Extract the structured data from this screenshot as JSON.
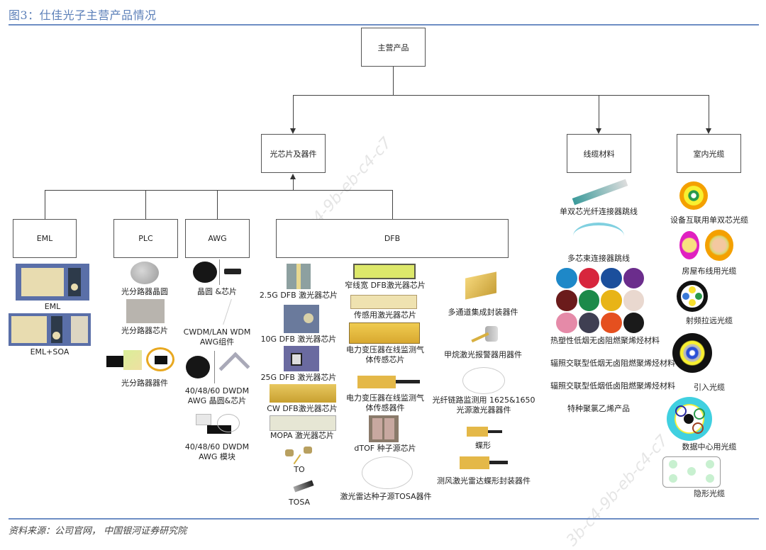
{
  "figure": {
    "title": "图3：仕佳光子主营产品情况",
    "source": "资料来源：公司官网， 中国银河证券研究院",
    "watermark": "3b-c4-9b-eb-c4-c7"
  },
  "tree": {
    "root": "主营产品",
    "level1": [
      "光芯片及器件",
      "线缆材料",
      "室内光缆"
    ],
    "level2": [
      "EML",
      "PLC",
      "AWG",
      "DFB"
    ]
  },
  "products": {
    "eml": [
      "EML",
      "EML+SOA"
    ],
    "plc": [
      "光分路器晶圆",
      "光分路器芯片",
      "光分路器器件"
    ],
    "awg": [
      "晶圆 &芯片",
      "CWDM/LAN WDM AWG组件",
      "40/48/60 DWDM AWG 晶圆&芯片",
      "40/48/60 DWDM AWG 模块"
    ],
    "dfb_col1": [
      "2.5G DFB 激光器芯片",
      "10G DFB 激光器芯片",
      "25G DFB 激光器芯片",
      "CW DFB激光器芯片",
      "MOPA 激光器芯片",
      "TO",
      "TOSA"
    ],
    "dfb_col2": [
      "窄线宽 DFB激光器芯片",
      "传感用激光器芯片",
      "电力变压器在线监测气体传感芯片",
      "电力变压器在线监测气体传感器件",
      "dTOF 种子源芯片",
      "激光雷达种子源TOSA器件"
    ],
    "dfb_col3": [
      "多通道集成封装器件",
      "甲烷激光报警器用器件",
      "光纤链路监测用 1625&1650 光源激光器器件",
      "蝶形",
      "测风激光雷达蝶形封装器件"
    ],
    "cable_materials": [
      "单双芯光纤连接器跳线",
      "多芯束连接器跳线",
      "热塑性低烟无卤阻燃聚烯烃材料",
      "辐照交联型低烟无卤阻燃聚烯烃材料",
      "辐照交联型低烟低卤阻燃聚烯烃材料",
      "特种聚氯乙烯产品"
    ],
    "indoor_cables": [
      "设备互联用单双芯光缆",
      "房屋布线用光缆",
      "射频拉远光缆",
      "引入光缆",
      "数据中心用光缆",
      "隐形光缆"
    ]
  },
  "colors": {
    "title": "#5b7fb8",
    "rule": "#6e8ec4",
    "box_border": "#555555",
    "pellets": [
      "#1e88c8",
      "#d7263d",
      "#1b4f9c",
      "#6b2d8c",
      "#6b1b1b",
      "#1c8a4a",
      "#e8b417",
      "#e9d8cf",
      "#e58aa8",
      "#3f3f52",
      "#e5501f",
      "#1a1a1a"
    ]
  }
}
